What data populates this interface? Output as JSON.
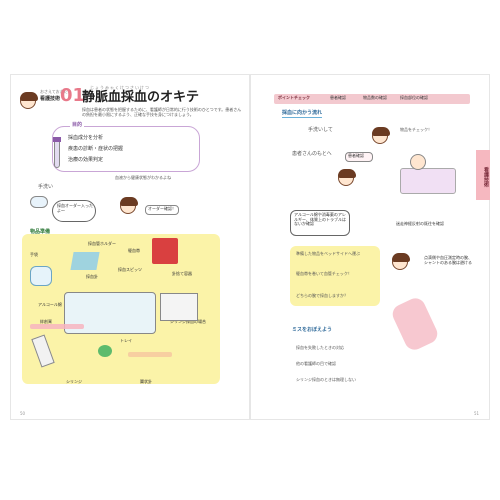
{
  "left_page": {
    "section_label_small": "おさえておきたい",
    "section_label": "看護技術",
    "number": "01",
    "title_ruby": "じょうみゃくけつさいけつ",
    "title": "静脈血採血のオキテ",
    "intro": "採血は患者の状態を把握するために、看護師が日常的に行う技術のひとつです。患者さんの負担を最小限にするよう、正確な手技を身につけましょう。",
    "purpose_label": "目的",
    "purpose_items": [
      "採血成分を分析",
      "疾患の診断・症状の把握",
      "治療の効果判定"
    ],
    "purpose_note": "血液から健康状態がわかるよね",
    "handwash_label": "手洗い",
    "bubble_text": "採血オーダー入ったよ～",
    "nurse_reply": "オーダー確認！",
    "prep_title": "物品準備",
    "items": [
      "採血管ホルダー",
      "駆血帯",
      "針捨て容器",
      "手袋",
      "アルコール綿",
      "採血スピッツ",
      "採血針",
      "絆創膏",
      "トレイ",
      "シリンジ採血の場合",
      "翼状針",
      "シリンジ"
    ],
    "page_number": "50"
  },
  "right_page": {
    "checkbar_items": [
      "ポイントチェック",
      "患者確認",
      "物品数の確認",
      "採血部位の確認"
    ],
    "section_tab": "採血に向かう流れ",
    "steps": [
      "手洗いして",
      "物品をチェック！",
      "患者さんのもとへ",
      "患者確認"
    ],
    "note_box": "アルコール綿や消毒薬のアレルギー、体質上のトラブルはないか確認",
    "vagal_note": "迷走神経反射の既往を確認",
    "steps2": [
      "準備した物品をベッドサイドへ運ぶ",
      "駆血帯を巻いて血管チェック！",
      "どちらの腕で採血しますか？"
    ],
    "side_note": "点滴側や血圧測定時の腕、シャントのある腕は避ける",
    "mistake_label": "ミスをおぼえよう",
    "mistake_lines": [
      "採血を失敗したときの対応",
      "他の看護師の目で確認",
      "シリンジ採血のときは無理しない"
    ],
    "side_tab": "看護技術",
    "page_number": "51"
  },
  "colors": {
    "accent": "#e8798a",
    "pink_bar": "#f3c9cf",
    "yellow": "#fbf3a8",
    "red_box": "#d94040"
  }
}
